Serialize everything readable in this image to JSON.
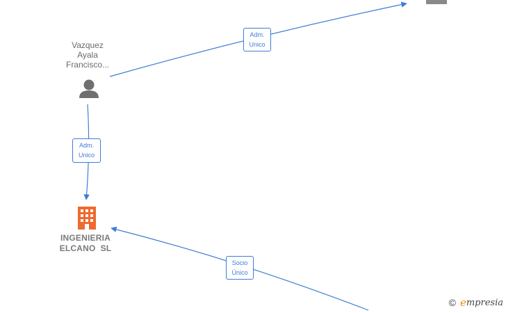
{
  "nodes": {
    "person": {
      "name_lines": [
        "Vazquez",
        "Ayala",
        "Francisco..."
      ]
    },
    "company": {
      "name_lines": [
        "INGENIERIA",
        "ELCANO  SL"
      ],
      "color": "#ef6a2e"
    }
  },
  "edges": [
    {
      "id": "person-to-top-company",
      "label_lines": [
        "Adm.",
        "Unico"
      ]
    },
    {
      "id": "person-to-company",
      "label_lines": [
        "Adm.",
        "Unico"
      ]
    },
    {
      "id": "bottom-to-company",
      "label_lines": [
        "Socio",
        "Único"
      ]
    }
  ],
  "colors": {
    "edge": "#3d7dd6",
    "person_icon": "#6f6f6f",
    "company_icon": "#ef6a2e",
    "faded_icon": "#8a8a8a"
  },
  "brand": {
    "copyright": "©",
    "initial": "e",
    "rest": "mpresia"
  }
}
